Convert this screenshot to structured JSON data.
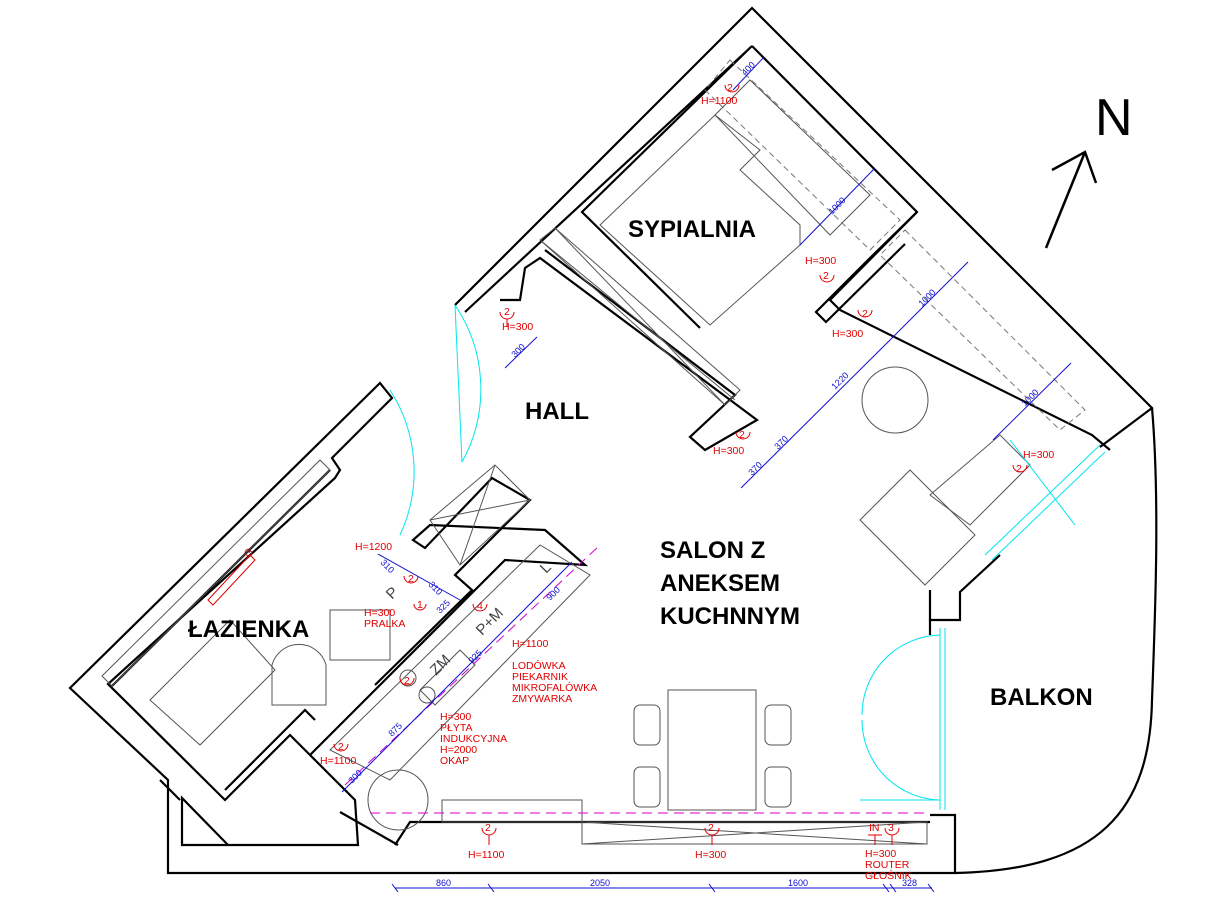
{
  "rooms": {
    "bedroom": "SYPIALNIA",
    "hall": "HALL",
    "living_1": "SALON Z",
    "living_2": "ANEKSEM",
    "living_3": "KUCHNNYM",
    "bathroom": "ŁAZIENKA",
    "balcony": "BALKON"
  },
  "north_label": "N",
  "appliances": {
    "p": "P",
    "pm": "P+M",
    "l": "L",
    "zm": "ZM",
    "g": "G"
  },
  "height_labels": {
    "bed_top": "H=1100",
    "bed_right": "H=300",
    "bed_right2": "H=300",
    "hall_door": "H=300",
    "hall_wardrobe": "H=300",
    "living_window": "H=300",
    "bath_door": "H=1200",
    "pralka_h": "H=300",
    "pralka": "PRALKA",
    "fridge_h": "H=1100",
    "fridge": "LODÓWKA",
    "oven": "PIEKARNIK",
    "microwave": "MIKROFALÓWKA",
    "dishwasher": "ZMYWARKA",
    "hob_h": "H=300",
    "hob_1": "PŁYTA",
    "hob_2": "INDUKCYJNA",
    "hood_h": "H=2000",
    "hood": "OKAP",
    "sink": "H=1100",
    "bottom_1": "H=1100",
    "bottom_2": "H=300",
    "bottom_3": "H=300",
    "router": "ROUTER",
    "speaker": "GŁOŚNIK"
  },
  "socket_tags": {
    "two": "2",
    "four": "4",
    "one": "1",
    "three": "3",
    "in": "IN"
  },
  "dimensions": {
    "bottom": [
      "860",
      "2050",
      "1600",
      "328"
    ],
    "bed_top": "400",
    "bed_side": "1000",
    "living_1": "1000",
    "living_2": "1000",
    "living_long": "1220",
    "living_a": "370",
    "living_b": "370",
    "hall": "300",
    "bath_a": "310",
    "bath_b": "310",
    "bath_c": "325",
    "kitchen_1": "900",
    "kitchen_2": "925",
    "kitchen_3": "875",
    "kitchen_4": "300"
  }
}
